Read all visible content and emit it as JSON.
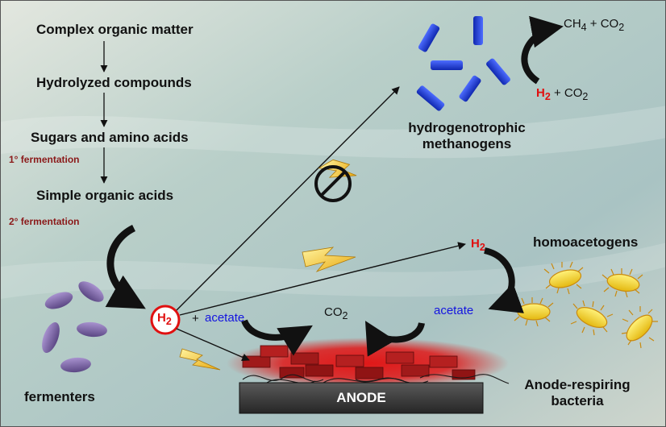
{
  "pathway": {
    "complex_organic_matter": "Complex organic matter",
    "hydrolyzed_compounds": "Hydrolyzed compounds",
    "sugars_amino_acids": "Sugars and amino acids",
    "primary_fermentation": "1° fermentation",
    "simple_organic_acids": "Simple organic acids",
    "secondary_fermentation": "2° fermentation"
  },
  "organisms": {
    "fermenters": "fermenters",
    "methanogens_line1": "hydrogenotrophic",
    "methanogens_line2": "methanogens",
    "homoacetogens": "homoacetogens",
    "anode_respiring_line1": "Anode-respiring",
    "anode_respiring_line2": "bacteria"
  },
  "chemistry": {
    "ch4": "CH",
    "ch4_sub": "4",
    "plus_co2": " + CO",
    "co2_sub": "2",
    "h2": "H",
    "h2_sub": "2",
    "co2": "CO",
    "plus": "+",
    "acetate": "acetate"
  },
  "anode": {
    "label": "ANODE"
  },
  "colors": {
    "methanogen_blue": "#1f3fd8",
    "fermenter_purple": "#7a63a8",
    "homoacetogen_yellow": "#f5d21a",
    "hydrogen_red": "#e01010",
    "acetate_blue": "#1414e0",
    "fermentation_label": "#8b1a1a",
    "biofilm_red": "#d01818",
    "anode_gray": "#3a3a3a",
    "lightning_yellow": "#f2c81a"
  }
}
